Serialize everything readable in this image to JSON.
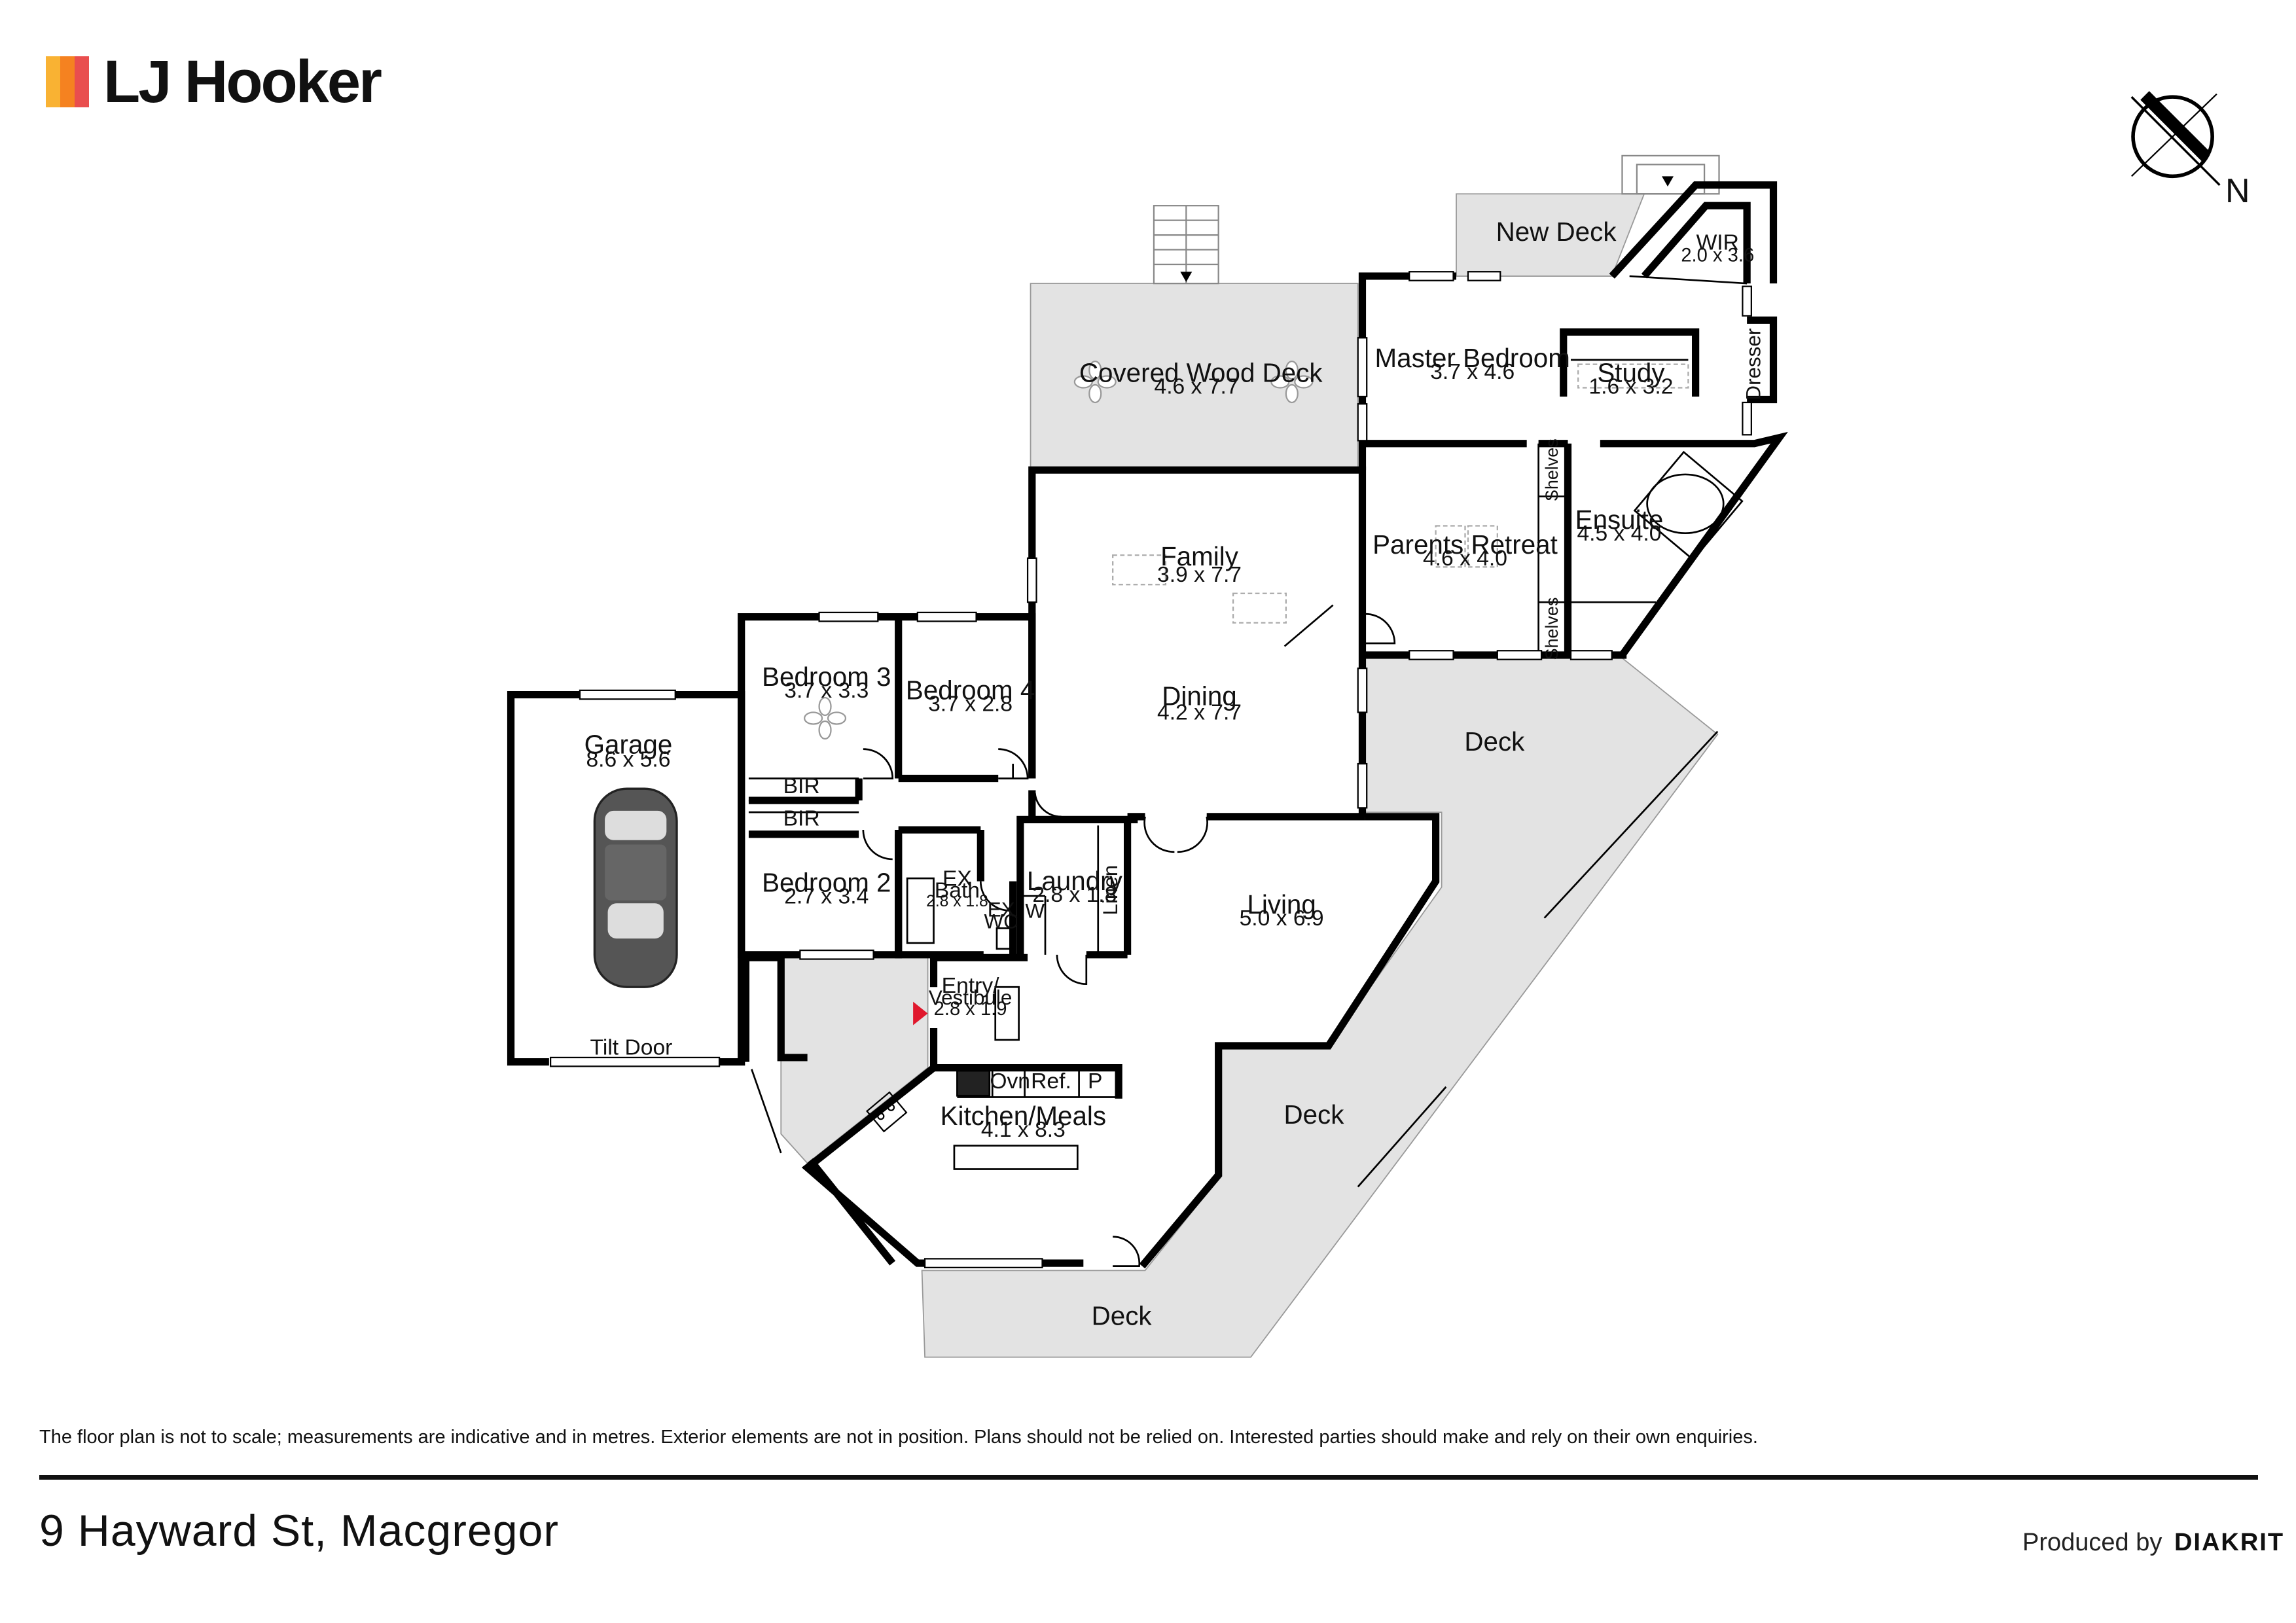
{
  "brand": {
    "name": "LJ Hooker",
    "bar_colors": [
      "#F9B233",
      "#F58220",
      "#E94E4E"
    ]
  },
  "compass": {
    "north_label": "N"
  },
  "rooms": {
    "new_deck": {
      "name": "New Deck"
    },
    "wir": {
      "name": "WIR",
      "dims": "2.0 x 3.6"
    },
    "covered_deck": {
      "name": "Covered Wood Deck",
      "dims": "4.6 x 7.7"
    },
    "master": {
      "name": "Master Bedroom",
      "dims": "3.7 x 4.6"
    },
    "study": {
      "name": "Study",
      "dims": "1.6 x 3.2"
    },
    "dresser": {
      "name": "Dresser"
    },
    "family": {
      "name": "Family",
      "dims": "3.9 x 7.7"
    },
    "parents": {
      "name": "Parents Retreat",
      "dims": "4.6 x 4.0"
    },
    "ensuite": {
      "name": "Ensuite",
      "dims": "4.5 x 4.0"
    },
    "shelves_top": {
      "name": "Shelves"
    },
    "shelves_bottom": {
      "name": "Shelves"
    },
    "bedroom3": {
      "name": "Bedroom 3",
      "dims": "3.7 x 3.3"
    },
    "bedroom4": {
      "name": "Bedroom 4",
      "dims": "3.7 x 2.8"
    },
    "dining": {
      "name": "Dining",
      "dims": "4.2 x 7.7"
    },
    "deck_east": {
      "name": "Deck"
    },
    "garage": {
      "name": "Garage",
      "dims": "8.6 x 5.6"
    },
    "bir1": {
      "name": "BIR"
    },
    "bir2": {
      "name": "BIR"
    },
    "bedroom2": {
      "name": "Bedroom 2",
      "dims": "2.7 x 3.4"
    },
    "ex_bath": {
      "name": "EX Bath",
      "name_l1": "EX",
      "name_l2": "Bath",
      "dims": "2.8 x 1.8"
    },
    "ex_wc": {
      "name_l1": "EX",
      "name_l2": "WC"
    },
    "laundry": {
      "name": "Laundry",
      "dims": "2.8 x 1.8"
    },
    "linen": {
      "name": "Linen"
    },
    "w": {
      "name": "W"
    },
    "living": {
      "name": "Living",
      "dims": "5.0 x 6.9"
    },
    "entry": {
      "name_l1": "Entry/",
      "name_l2": "Vestibule",
      "dims": "2.8 x 1.9"
    },
    "tilt_door": {
      "name": "Tilt Door"
    },
    "ovn": {
      "name": "Ovn"
    },
    "ref": {
      "name": "Ref."
    },
    "p": {
      "name": "P"
    },
    "kitchen": {
      "name": "Kitchen/Meals",
      "dims": "4.1 x 8.3"
    },
    "deck_mid": {
      "name": "Deck"
    },
    "deck_south": {
      "name": "Deck"
    }
  },
  "footer": {
    "disclaimer": "The floor plan is not to scale; measurements are indicative and in metres. Exterior elements are not in position. Plans should not be relied on. Interested parties should make and rely on their own enquiries.",
    "address": "9 Hayward St, Macgregor",
    "produced_by": "Produced by",
    "producer": "DIAKRIT"
  },
  "colors": {
    "deck_fill": "#e3e3e3",
    "wall": "#000000",
    "entry_marker": "#e0182d"
  }
}
